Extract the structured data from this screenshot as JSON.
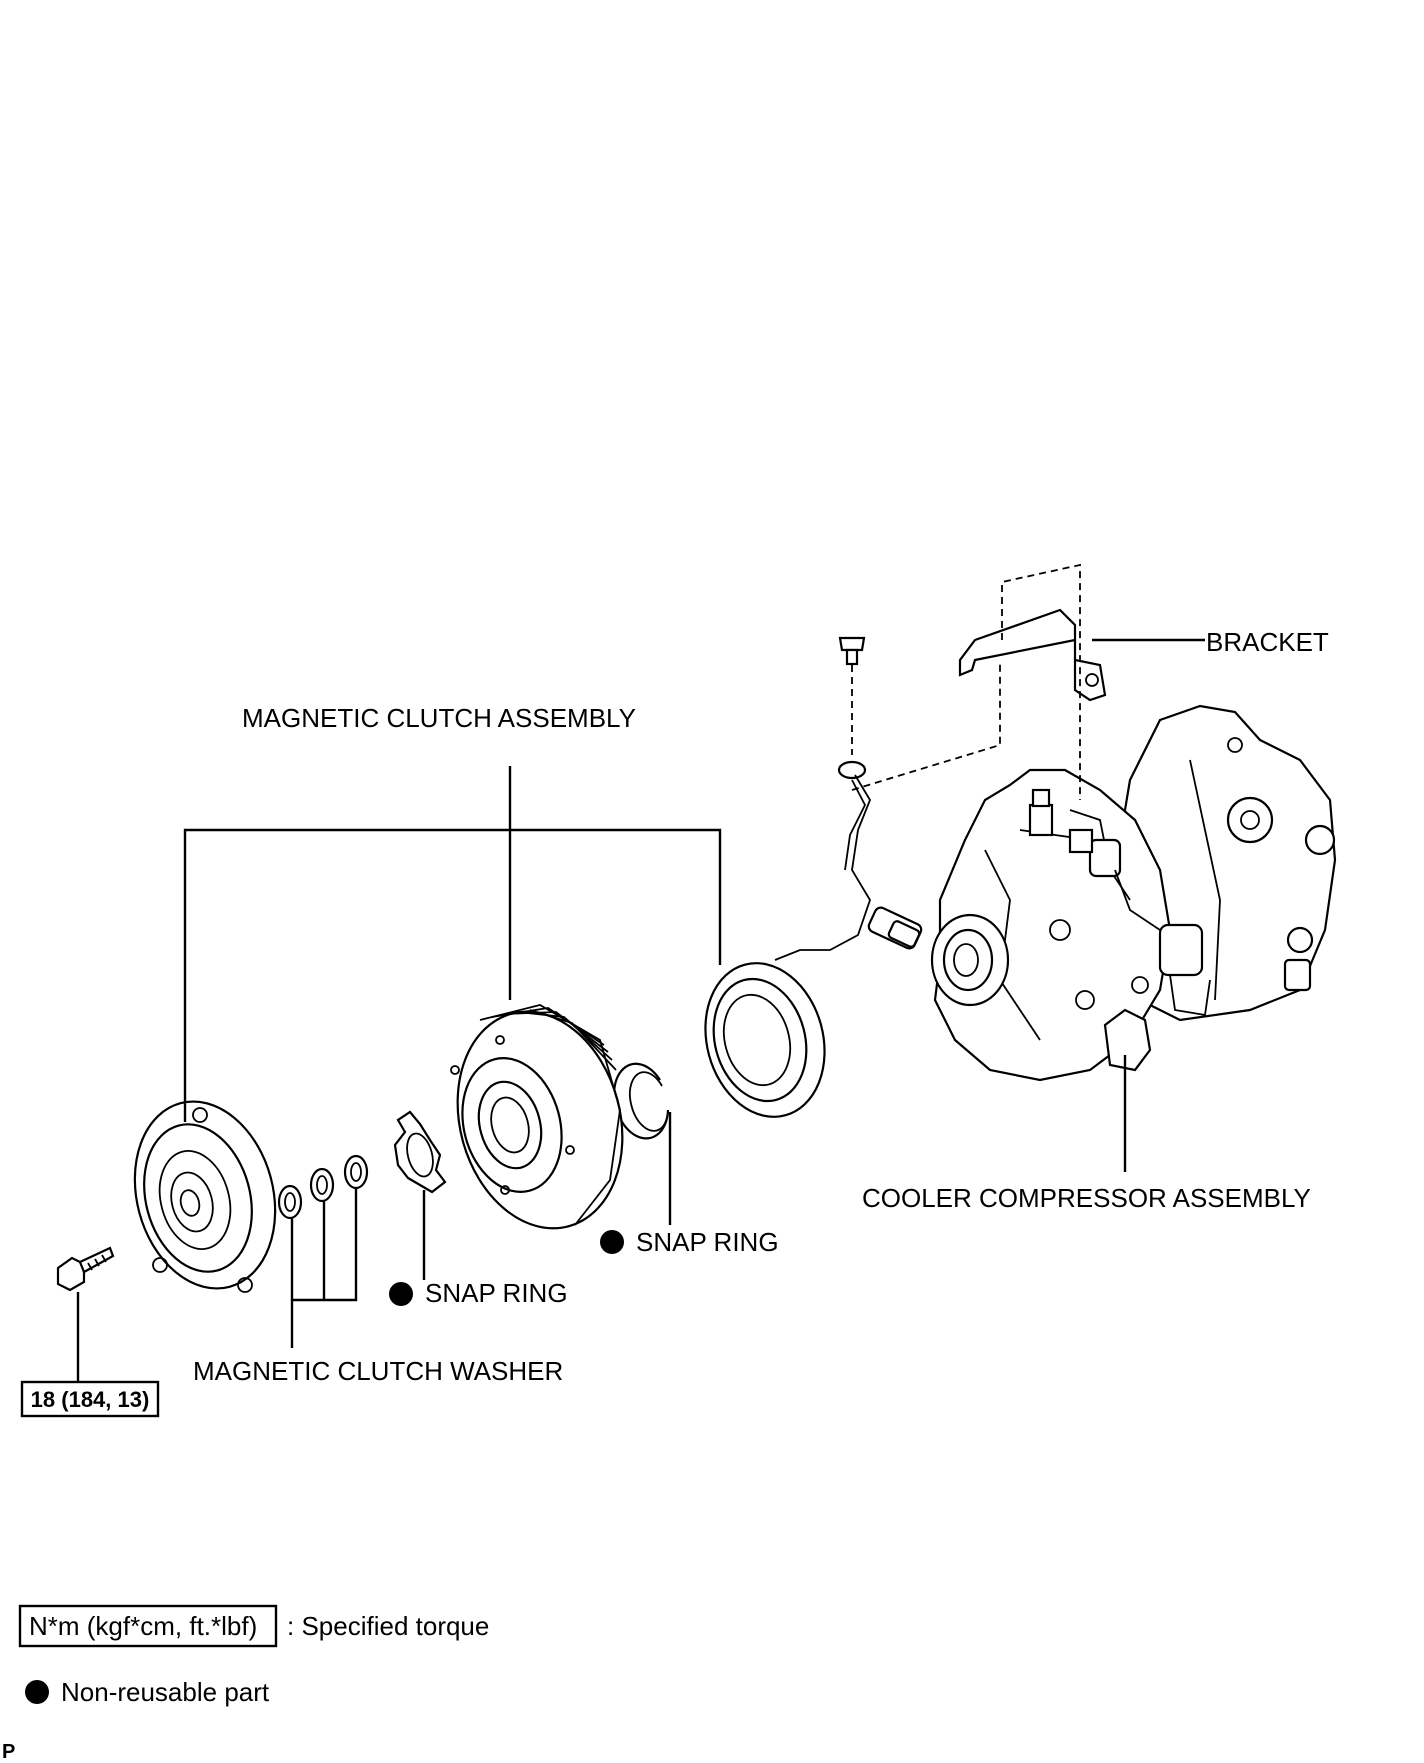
{
  "labels": {
    "bracket": "BRACKET",
    "magnetic_clutch_assembly": "MAGNETIC CLUTCH ASSEMBLY",
    "cooler_compressor_assembly": "COOLER COMPRESSOR ASSEMBLY",
    "snap_ring_1": "SNAP RING",
    "snap_ring_2": "SNAP RING",
    "magnetic_clutch_washer": "MAGNETIC CLUTCH WASHER",
    "torque_value": "18 (184, 13)"
  },
  "legend": {
    "torque_box": "N*m (kgf*cm, ft.*lbf)",
    "torque_desc": ": Specified torque",
    "non_reusable": "Non-reusable part"
  },
  "footer": {
    "corner_mark": "P"
  }
}
